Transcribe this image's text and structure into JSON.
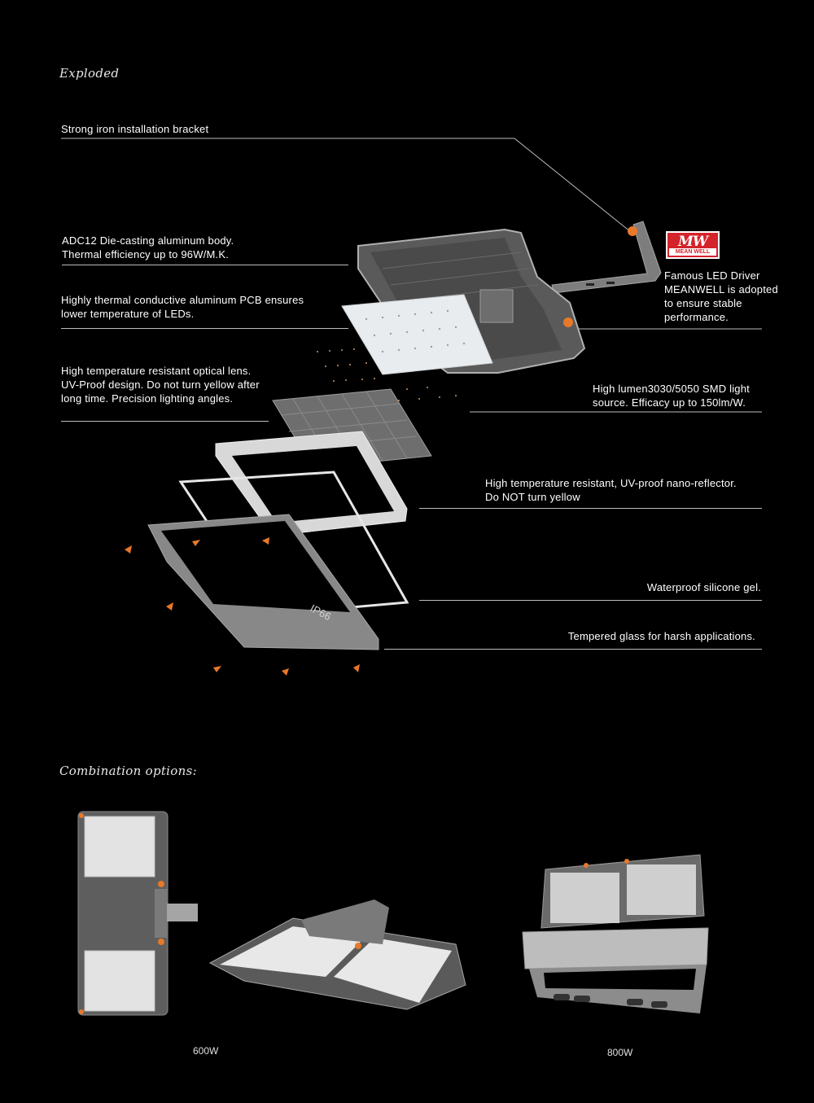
{
  "sections": {
    "exploded_title": "Exploded",
    "combination_title": "Combination options:"
  },
  "labels": {
    "bracket": [
      "Strong iron installation bracket"
    ],
    "body": [
      "ADC12 Die-casting aluminum body.",
      "Thermal efficiency up to 96W/M.K."
    ],
    "pcb": [
      "Highly thermal conductive aluminum PCB ensures",
      "lower temperature of LEDs."
    ],
    "lens": [
      "High temperature resistant optical lens.",
      "UV-Proof design. Do not turn yellow after",
      "long time. Precision lighting angles."
    ],
    "driver": [
      "Famous LED Driver",
      "MEANWELL is adopted",
      "to ensure stable",
      "performance."
    ],
    "smd": [
      "High lumen3030/5050 SMD light",
      "source. Efficacy up to 150lm/W."
    ],
    "reflector": [
      "High  temperature resistant, UV-proof nano-reflector.",
      "Do NOT turn yellow"
    ],
    "gel": [
      "Waterproof silicone gel."
    ],
    "glass": [
      "Tempered glass for harsh applications."
    ]
  },
  "logo": {
    "mark": "MW",
    "text": "MEAN WELL"
  },
  "product_labels": {
    "glass_marking": "IP66"
  },
  "combinations": [
    {
      "caption": "600W"
    },
    {
      "caption": "800W"
    }
  ],
  "colors": {
    "background": "#000000",
    "accent_orange": "#e8782a",
    "body_gray": "#8c8c8c",
    "logo_red": "#d4232a"
  }
}
